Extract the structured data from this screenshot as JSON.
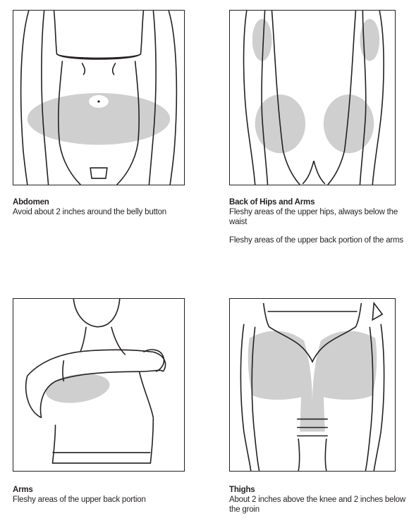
{
  "colors": {
    "line": "#231f20",
    "injection_area": "#cfcfcf",
    "background": "#ffffff"
  },
  "sites": [
    {
      "title": "Abdomen",
      "description": "Avoid about 2 inches around the belly button"
    },
    {
      "title": "Back of Hips and Arms",
      "description": "Fleshy areas of the upper hips, always below the waist",
      "description_2": "Fleshy areas of the upper back portion of the arms"
    },
    {
      "title": "Arms",
      "description": "Fleshy areas of the upper back portion"
    },
    {
      "title": "Thighs",
      "description": "About 2 inches above the knee and 2 inches below the groin"
    }
  ]
}
